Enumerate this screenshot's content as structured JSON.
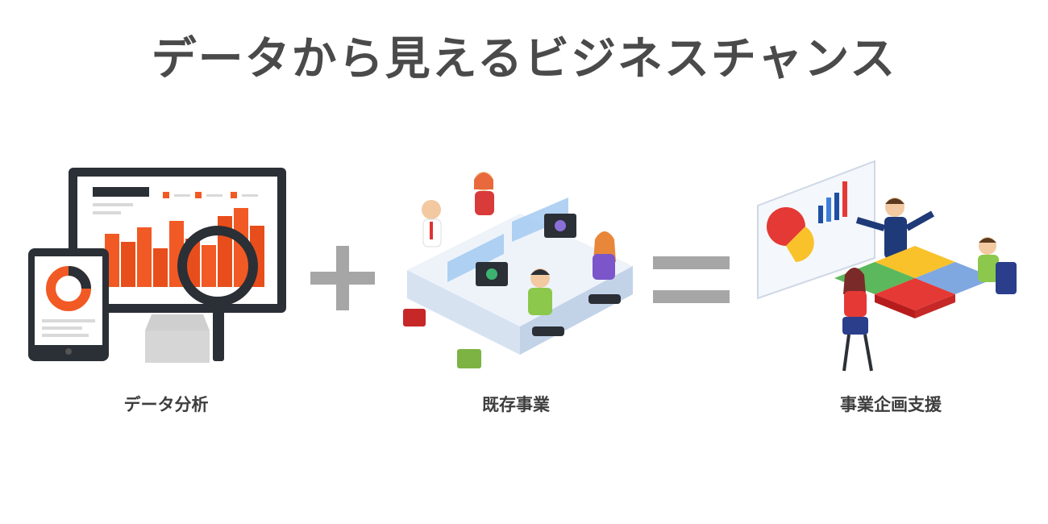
{
  "title": "データから見えるビジネスチャンス",
  "items": [
    {
      "label": "データ分析"
    },
    {
      "label": "既存事業"
    },
    {
      "label": "事業企画支援"
    }
  ],
  "operators": {
    "plus": "+",
    "equals": "="
  },
  "colors": {
    "title_text": "#4a4a4a",
    "operator": "#a6a6a6",
    "accent_orange": "#f15a24",
    "dark_frame": "#2b2f36"
  }
}
